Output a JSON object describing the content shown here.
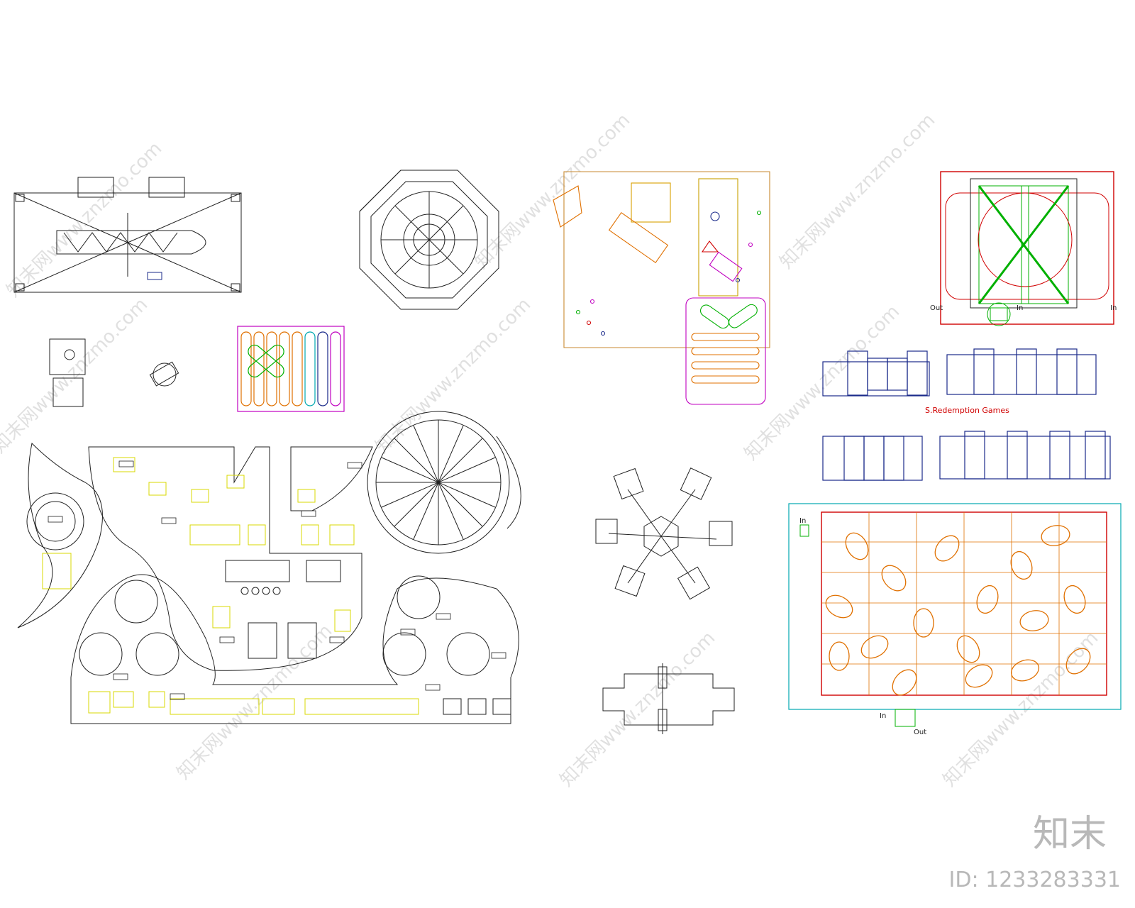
{
  "watermark": {
    "text": "知末网www.znzmo.com",
    "color": "#c8c8c8"
  },
  "branding": {
    "logo_text": "知末",
    "id_text": "ID: 1233283331"
  },
  "labels": {
    "redemption": "S.Redemption Games",
    "out_a": "Out",
    "in_a": "In",
    "in_b": "In",
    "in_c": "In",
    "in_d": "In",
    "out_b": "Out"
  },
  "colors": {
    "line": "#222222",
    "yellow": "#d8d800",
    "orange": "#e07000",
    "red": "#d00000",
    "green": "#00b000",
    "navy": "#1a2a8a",
    "cyan": "#00a8b0",
    "magenta": "#c000c0"
  }
}
